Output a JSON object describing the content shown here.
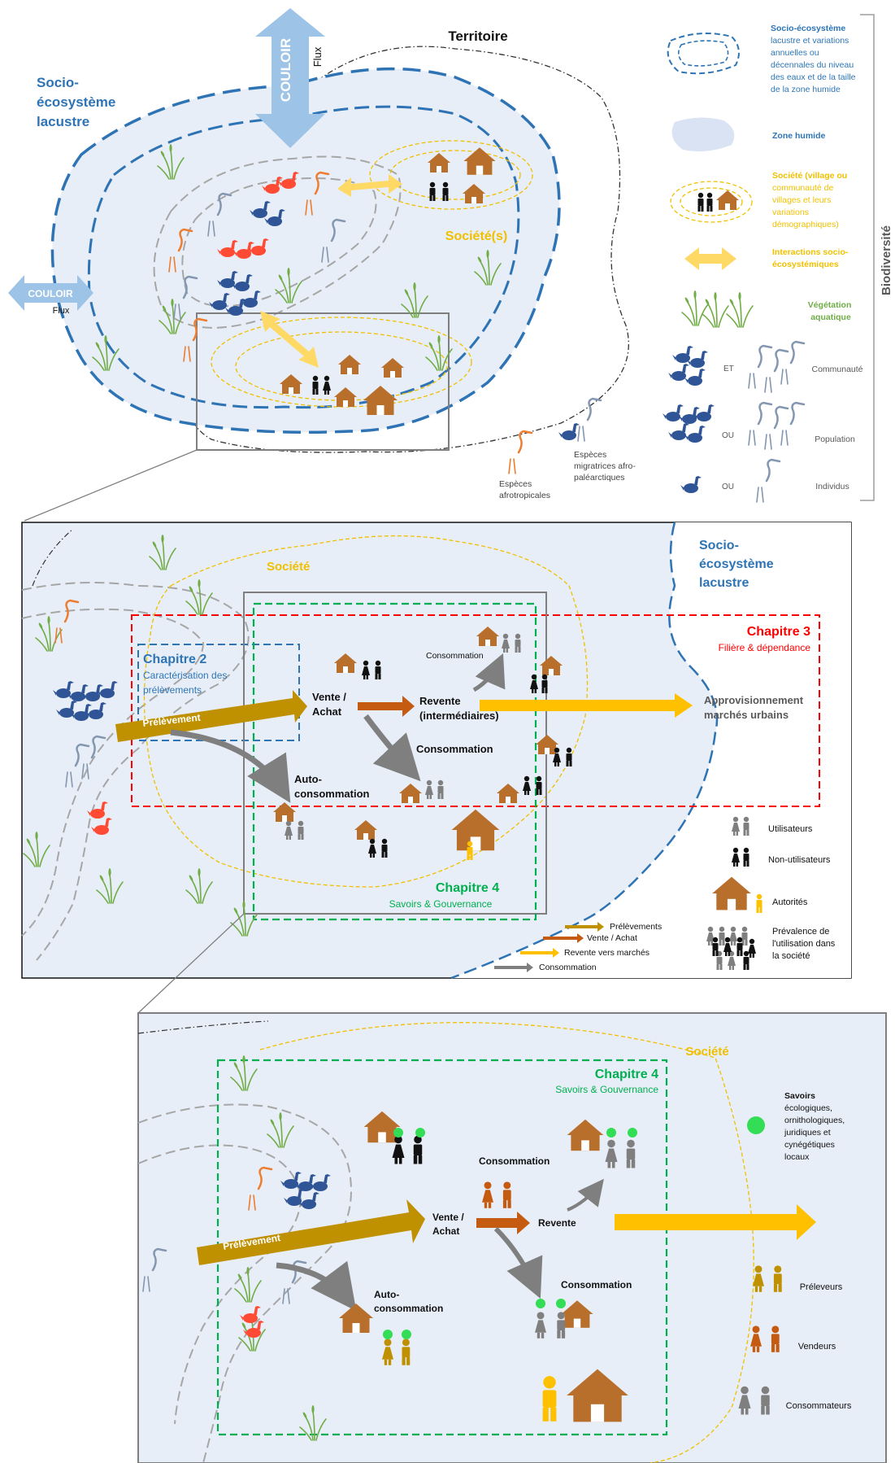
{
  "colors": {
    "lake_fill": "#e8eef7",
    "lake_border": "#2e74b5",
    "couloir": "#9dc3e6",
    "society": "#f0c000",
    "interaction_arrow": "#ffd966",
    "vegetation": "#70ad47",
    "waterbird_dark": "#2f5597",
    "heron_grey": "#8497b0",
    "afrotropical": "#ed7d31",
    "red_duck": "#ff4b33",
    "hut": "#b86f2b",
    "prelevement": "#bf9000",
    "vente": "#c55a11",
    "revente": "#ffc000",
    "consommation": "#7f7f7f",
    "chapitre2": "#2e75b6",
    "chapitre3": "#ff0000",
    "chapitre4": "#00b050",
    "savoirs": "#33dd55"
  },
  "panel1": {
    "couloir_top": "COULOIR",
    "couloir_top_flux": "Flux",
    "couloir_left": "COULOIR",
    "couloir_left_flux": "Flux",
    "territoire": "Territoire",
    "lake_label": [
      "Socio-",
      "écosystème",
      "lacustre"
    ],
    "societes": "Société(s)",
    "biodiversite": "Biodiversité",
    "migratory_label": [
      "Espèces",
      "migratrices afro-",
      "paléarctiques"
    ],
    "afrotropical_label": [
      "Espèces",
      "afrotropicales"
    ]
  },
  "legend1": {
    "lake": [
      "Socio-écosystème",
      "lacustre et variations",
      "annuelles ou",
      "décennales du niveau",
      "des eaux et de la taille",
      "de la zone humide"
    ],
    "wetland": "Zone humide",
    "society": [
      "Société (village ou",
      "communauté de",
      "villages et leurs",
      "variations",
      "démographiques)"
    ],
    "interactions": [
      "Interactions socio-",
      "écosystémiques"
    ],
    "vegetation": [
      "Végétation",
      "aquatique"
    ],
    "et": "ET",
    "ou1": "OU",
    "ou2": "OU",
    "communaute": "Communauté",
    "population": "Population",
    "individus": "Individus"
  },
  "panel2": {
    "societe": "Société",
    "lake_label": [
      "Socio-",
      "écosystème",
      "lacustre"
    ],
    "ch2_title": "Chapitre 2",
    "ch2_sub": [
      "Caractérisation des",
      "prélèvements"
    ],
    "ch3_title": "Chapitre 3",
    "ch3_sub": "Filière & dépendance",
    "ch4_title": "Chapitre 4",
    "ch4_sub": "Savoirs & Gouvernance",
    "prelevement": "Prélèvement",
    "vente_achat": [
      "Vente /",
      "Achat"
    ],
    "revente": [
      "Revente",
      "(intermédiaires)"
    ],
    "consommation_top": "Consommation",
    "consommation_mid": "Consommation",
    "auto": [
      "Auto-",
      "consommation"
    ],
    "appro": [
      "Approvisionnement",
      "marchés urbains"
    ],
    "legend": {
      "utilisateurs": "Utilisateurs",
      "non_utilisateurs": "Non-utilisateurs",
      "autorites": "Autorités",
      "prevalence": [
        "Prévalence de",
        "l'utilisation dans",
        "la société"
      ],
      "arrow_prel": "Prélèvements",
      "arrow_vente": "Vente / Achat",
      "arrow_revente": "Revente vers marchés",
      "arrow_conso": "Consommation"
    }
  },
  "panel3": {
    "societe": "Société",
    "ch4_title": "Chapitre 4",
    "ch4_sub": "Savoirs & Gouvernance",
    "prelevement": "Prélèvement",
    "vente_achat": [
      "Vente /",
      "Achat"
    ],
    "revente": "Revente",
    "consommation_top": "Consommation",
    "consommation_mid": "Consommation",
    "auto": [
      "Auto-",
      "consommation"
    ],
    "savoirs_title": "Savoirs",
    "savoirs_lines": [
      "écologiques,",
      "ornithologiques,",
      "juridiques et",
      "cynégétiques",
      "locaux"
    ],
    "preleveurs": "Préleveurs",
    "vendeurs": "Vendeurs",
    "consommateurs": "Consommateurs"
  }
}
